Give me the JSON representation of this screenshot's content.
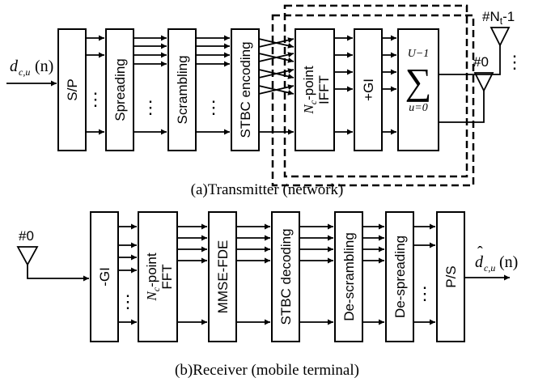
{
  "transmitter": {
    "input_label": "d",
    "input_sub": "c,u",
    "input_arg": "(n)",
    "blocks": {
      "sp": "S/P",
      "spreading": "Spreading",
      "scrambling": "Scrambling",
      "stbc_encoding": "STBC encoding",
      "ifft_sym": "N",
      "ifft_sub": "c",
      "ifft_suffix": "-point",
      "ifft_line2": "IFFT",
      "gi": "+GI"
    },
    "sum": {
      "upper": "U−1",
      "lower": "u=0",
      "symbol": "∑"
    },
    "antenna_top": {
      "prefix": "#N",
      "sub": "t",
      "suffix": "-1"
    },
    "antenna_bottom": "#0",
    "ellipsis": "⋮",
    "caption": "(a)Transmitter (network)"
  },
  "receiver": {
    "antenna": "#0",
    "blocks": {
      "gi": "-GI",
      "fft_sym": "N",
      "fft_sub": "c",
      "fft_suffix": "-point",
      "fft_line2": "FFT",
      "mmse": "MMSE-FDE",
      "stbc_decoding": "STBC decoding",
      "descrambling": "De-scrambling",
      "despreading": "De-spreading",
      "ps": "P/S"
    },
    "output_label": "d",
    "output_hat": "ˆ",
    "output_sub": "c,u",
    "output_arg": "(n)",
    "ellipsis": "⋮",
    "caption": "(b)Receiver (mobile terminal)"
  }
}
